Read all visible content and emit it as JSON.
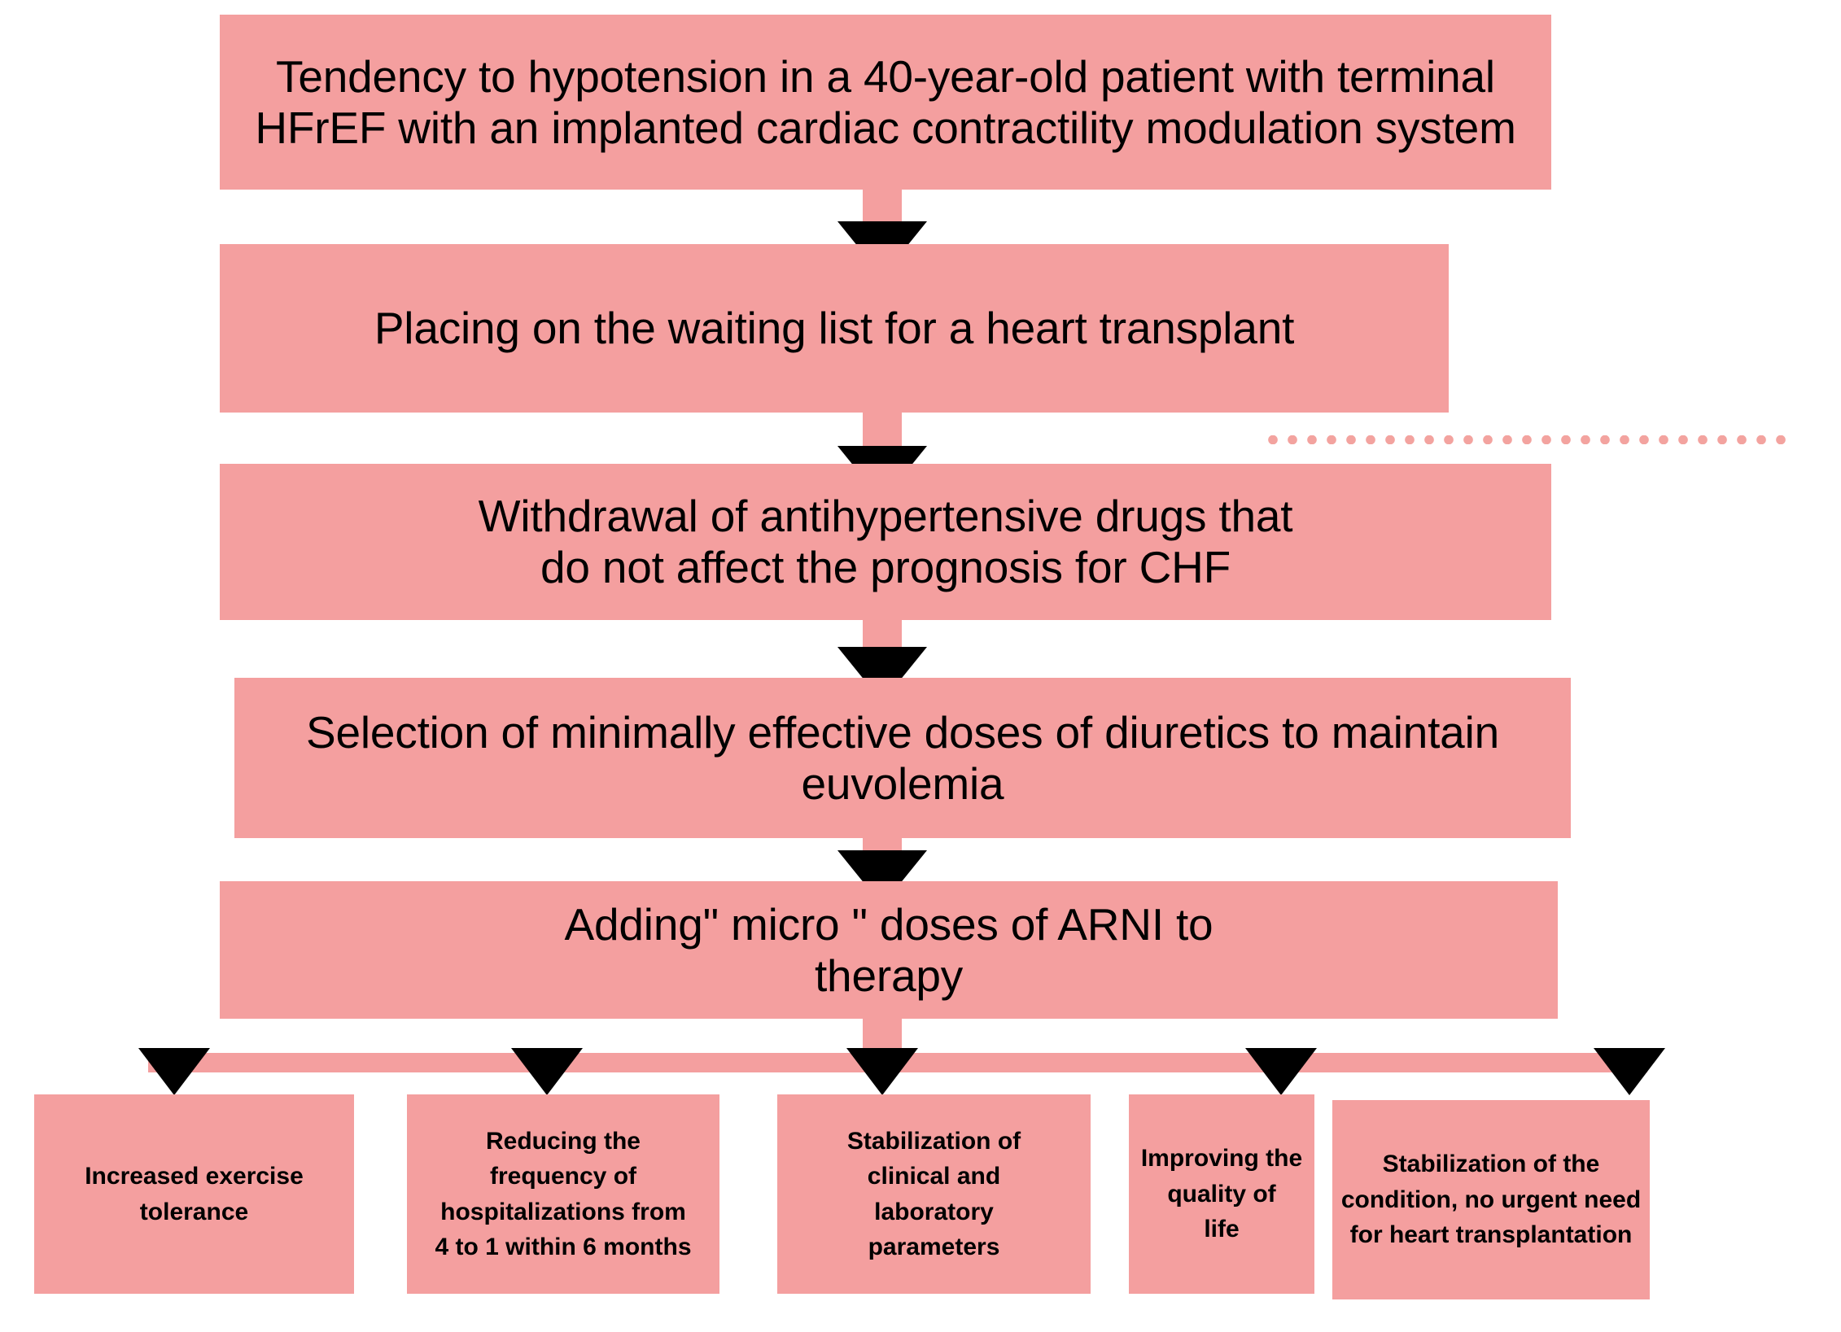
{
  "diagram": {
    "title": "Clinical management flowchart for terminal HFrEF patient",
    "accent_color": "#f49f9f",
    "arrow_color": "#000000",
    "background_color": "#ffffff"
  },
  "steps": [
    {
      "id": "step-1",
      "label": "Tendency to hypotension in a 40-year-old patient with terminal HFrEF with an implanted cardiac contractility modulation system"
    },
    {
      "id": "step-2",
      "label": "Placing on the waiting list for a heart transplant"
    },
    {
      "id": "step-3",
      "label": "Withdrawal of antihypertensive drugs that\ndo not affect the prognosis for CHF"
    },
    {
      "id": "step-4",
      "label": "Selection of minimally effective doses of diuretics to maintain euvolemia"
    },
    {
      "id": "step-5",
      "label": "Adding\" micro \" doses of ARNI to\ntherapy"
    }
  ],
  "outcomes": [
    {
      "id": "outcome-1",
      "label": "Increased exercise\ntolerance"
    },
    {
      "id": "outcome-2",
      "label": "Reducing the\nfrequency of\nhospitalizations from\n4 to 1 within 6 months"
    },
    {
      "id": "outcome-3",
      "label": "Stabilization of\nclinical and\nlaboratory\nparameters"
    },
    {
      "id": "outcome-4",
      "label": "Improving the quality of\nlife"
    },
    {
      "id": "outcome-5",
      "label": "Stabilization of the\ncondition, no urgent need\nfor heart transplantation"
    }
  ]
}
